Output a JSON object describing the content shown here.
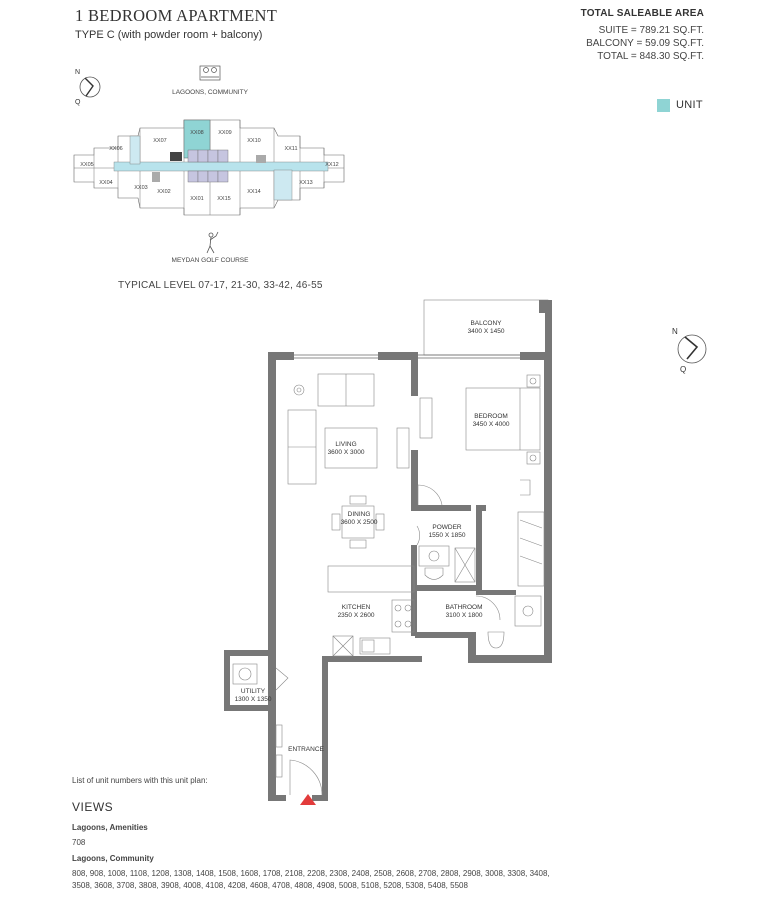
{
  "header": {
    "title": "1 BEDROOM APARTMENT",
    "subtitle": "TYPE C (with powder room + balcony)"
  },
  "area": {
    "heading": "TOTAL SALEABLE AREA",
    "suite": "SUITE = 789.21 SQ.FT.",
    "balcony": "BALCONY = 59.09 SQ.FT.",
    "total": "TOTAL = 848.30 SQ.FT."
  },
  "legend": {
    "label": "UNIT",
    "color": "#8fd4d4"
  },
  "key_plan": {
    "compass_n": "N",
    "compass_q": "Q",
    "top_label": "LAGOONS, COMMUNITY",
    "bottom_label": "MEYDAN GOLF COURSE",
    "units": [
      "XX01",
      "XX02",
      "XX03",
      "XX04",
      "XX05",
      "XX06",
      "XX07",
      "XX08",
      "XX09",
      "XX10",
      "XX11",
      "XX12",
      "XX13",
      "XX14",
      "XX15"
    ],
    "level_text": "TYPICAL LEVEL 07-17, 21-30, 33-42, 46-55"
  },
  "plan": {
    "compass_n": "N",
    "compass_q": "Q",
    "rooms": {
      "balcony": {
        "name": "BALCONY",
        "dim": "3400 X 1450"
      },
      "bedroom": {
        "name": "BEDROOM",
        "dim": "3450 X 4000"
      },
      "living": {
        "name": "LIVING",
        "dim": "3600 X 3000"
      },
      "dining": {
        "name": "DINING",
        "dim": "3600 X 2500"
      },
      "powder": {
        "name": "POWDER",
        "dim": "1550 X 1850"
      },
      "kitchen": {
        "name": "KITCHEN",
        "dim": "2350 X 2600"
      },
      "bathroom": {
        "name": "BATHROOM",
        "dim": "3100 X 1800"
      },
      "utility": {
        "name": "UTILITY",
        "dim": "1300 X 1350"
      },
      "entrance": {
        "name": "ENTRANCE"
      }
    }
  },
  "list_label": "List of unit numbers with this unit plan:",
  "views": {
    "heading": "VIEWS",
    "groups": [
      {
        "name": "Lagoons, Amenities",
        "units": "708"
      },
      {
        "name": "Lagoons, Community",
        "units_line1": "808, 908, 1008, 1108, 1208, 1308, 1408, 1508, 1608, 1708, 2108, 2208, 2308, 2408, 2508, 2608, 2708, 2808, 2908, 3008, 3308, 3408,",
        "units_line2": "3508, 3608, 3708, 3808, 3908, 4008, 4108, 4208, 4608, 4708, 4808, 4908, 5008, 5108, 5208, 5308, 5408, 5508"
      }
    ]
  }
}
